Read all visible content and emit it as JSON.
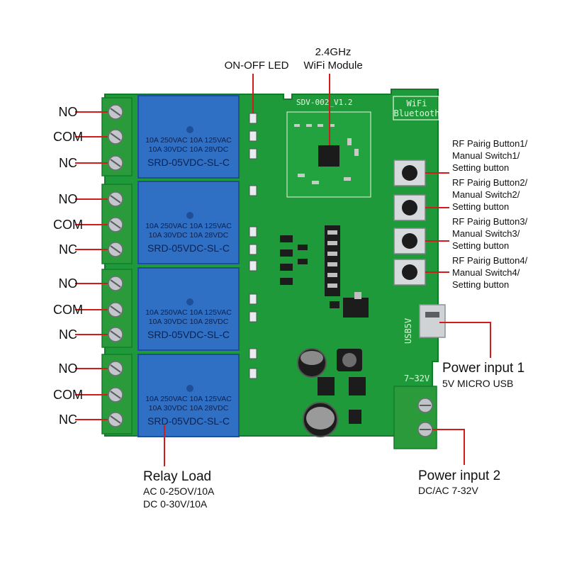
{
  "colors": {
    "pcb": "#1f9a3a",
    "pcb_dark": "#17802f",
    "relay": "#2f6fc4",
    "terminal": "#2a9a3a",
    "pointer": "#d21c1c"
  },
  "terminal_labels": [
    "NO",
    "COM",
    "NC",
    "NO",
    "COM",
    "NC",
    "NO",
    "COM",
    "NC",
    "NO",
    "COM",
    "NC"
  ],
  "relay": {
    "rating_line1": "10A 250VAC  10A 125VAC",
    "rating_line2": "10A  30VDC  10A  28VDC",
    "model": "SRD-05VDC-SL-C"
  },
  "callouts": {
    "onoff_led": "ON-OFF LED",
    "wifi_module_line1": "2.4GHz",
    "wifi_module_line2": "WiFi Module",
    "buttons": [
      [
        "RF Pairig Button1/",
        "Manual Switch1/",
        "Setting button"
      ],
      [
        "RF Pairig Button2/",
        "Manual Switch2/",
        "Setting button"
      ],
      [
        "RF Pairig Button3/",
        "Manual Switch3/",
        "Setting button"
      ],
      [
        "RF Pairig Button4/",
        "Manual Switch4/",
        "Setting button"
      ]
    ],
    "power1_title": "Power input 1",
    "power1_sub": "5V MICRO USB",
    "power2_title": "Power input 2",
    "power2_sub": "DC/AC 7-32V",
    "relay_load_title": "Relay Load",
    "relay_load_ac": "AC 0-25OV/10A",
    "relay_load_dc": "DC 0-30V/10A"
  },
  "board_text": {
    "version": "SDV-002_V1.2",
    "wifi": "WiFi",
    "bluetooth": "Bluetooth",
    "usb": "USB5V",
    "voltage": "7~32V"
  }
}
